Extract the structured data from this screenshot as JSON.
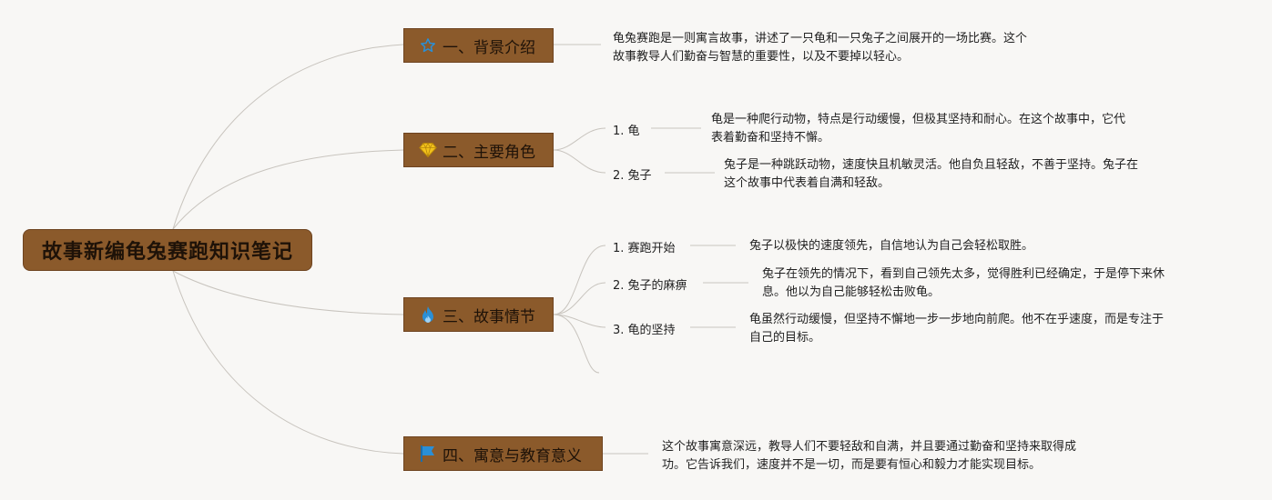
{
  "root": {
    "title": "故事新编龟兔赛跑知识笔记"
  },
  "branches": [
    {
      "label": "一、背景介绍",
      "icon": "star-outline-icon",
      "desc": [
        "龟兔赛跑是一则寓言故事，讲述了一只龟和一只兔子之间展开的一场比赛。这个",
        "故事教导人们勤奋与智慧的重要性，以及不要掉以轻心。"
      ]
    },
    {
      "label": "二、主要角色",
      "icon": "diamond-icon",
      "children": [
        {
          "label": "1. 龟",
          "desc": [
            "龟是一种爬行动物，特点是行动缓慢，但极其坚持和耐心。在这个故事中，它代",
            "表着勤奋和坚持不懈。"
          ]
        },
        {
          "label": "2. 兔子",
          "desc": [
            "兔子是一种跳跃动物，速度快且机敏灵活。他自负且轻敌，不善于坚持。兔子在",
            "这个故事中代表着自满和轻敌。"
          ]
        }
      ]
    },
    {
      "label": "三、故事情节",
      "icon": "flame-icon",
      "children": [
        {
          "label": "1. 赛跑开始",
          "desc": [
            "兔子以极快的速度领先，自信地认为自己会轻松取胜。"
          ]
        },
        {
          "label": "2. 兔子的麻痹",
          "desc": [
            "兔子在领先的情况下，看到自己领先太多，觉得胜利已经确定，于是停下来休",
            "息。他以为自己能够轻松击败龟。"
          ]
        },
        {
          "label": "3. 龟的坚持",
          "desc": [
            "龟虽然行动缓慢，但坚持不懈地一步一步地向前爬。他不在乎速度，而是专注于",
            "自己的目标。"
          ]
        }
      ]
    },
    {
      "label": "四、寓意与教育意义",
      "icon": "flag-icon",
      "desc": [
        "这个故事寓意深远，教导人们不要轻敌和自满，并且要通过勤奋和坚持来取得成",
        "功。它告诉我们，速度并不是一切，而是要有恒心和毅力才能实现目标。"
      ]
    }
  ],
  "colors": {
    "branch_fill": "#8b5a2b",
    "link": "#c8c4be",
    "icon_blue": "#2a8fd6",
    "icon_yellow": "#f2c21b"
  }
}
